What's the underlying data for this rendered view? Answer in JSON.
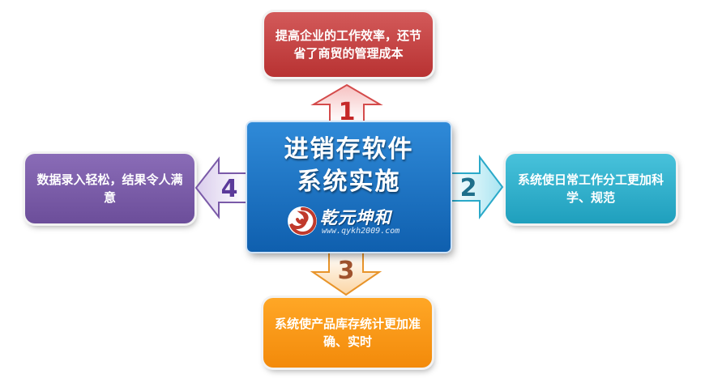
{
  "center": {
    "title_line1": "进销存软件",
    "title_line2": "系统实施",
    "logo_text": "乾元坤和",
    "logo_url": "www.qykh2009.com"
  },
  "items": [
    {
      "number": "1",
      "text": "提高企业的工作效率，还节省了商贸的管理成本",
      "color": "#c0392b"
    },
    {
      "number": "2",
      "text": "系统使日常工作分工更加科学、规范",
      "color": "#2aa9c9"
    },
    {
      "number": "3",
      "text": "系统使产品库存统计更加准确、实时",
      "color": "#f7941d"
    },
    {
      "number": "4",
      "text": "数据录入轻松，结果令人满意",
      "color": "#7a5aa8"
    }
  ],
  "icons": {
    "logo": "spiral-logo-icon"
  }
}
